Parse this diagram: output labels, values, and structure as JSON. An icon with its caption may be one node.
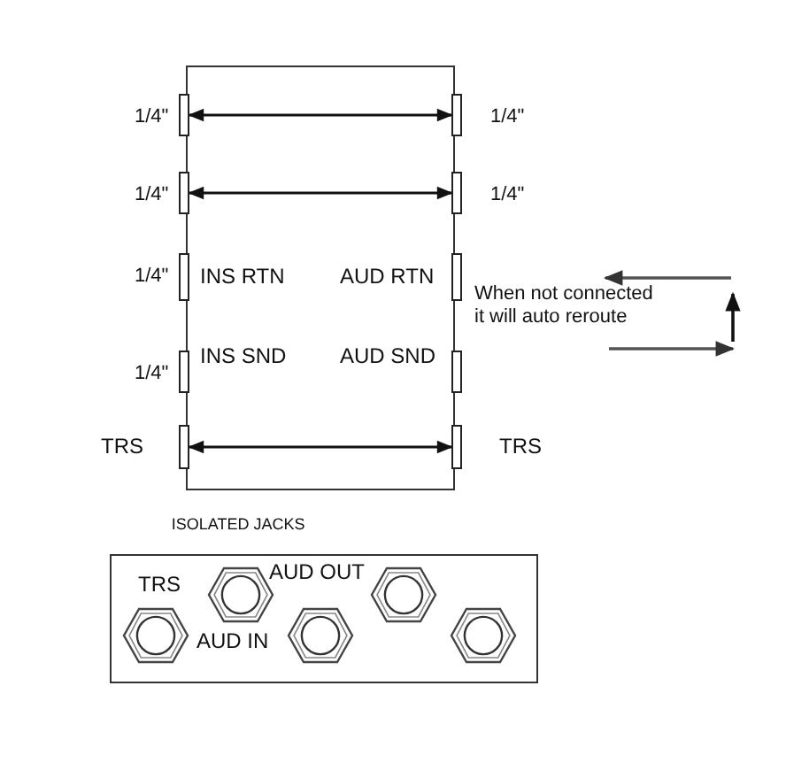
{
  "diagram": {
    "nodes": [
      {
        "text": [],
        "shape": "bar",
        "beside": [
          "1/4\""
        ]
      },
      {
        "text": [],
        "shape": "bar",
        "beside": [
          "1/4\""
        ]
      },
      {
        "text": [],
        "shape": "bar",
        "beside": [
          "1/4\""
        ]
      },
      {
        "text": [],
        "shape": "bar",
        "beside": [
          "1/4\""
        ]
      },
      {
        "text": [],
        "shape": "bar",
        "beside": [
          "1/4\"",
          "INS RTN"
        ]
      },
      {
        "text": [],
        "shape": "bar",
        "beside": [
          "AUD RTN"
        ]
      },
      {
        "text": [],
        "shape": "bar",
        "beside": [
          "1/4\"",
          "INS SND"
        ]
      },
      {
        "text": [],
        "shape": "bar",
        "beside": [
          "AUD SND"
        ]
      },
      {
        "text": [],
        "shape": "bar",
        "beside": [
          "TRS"
        ]
      },
      {
        "text": [],
        "shape": "bar",
        "beside": [
          "TRS"
        ]
      },
      {
        "text": [
          "ISOLATED JACKS"
        ]
      },
      {
        "text": [],
        "shape": "circle",
        "in": 10
      },
      {
        "text": [],
        "shape": "circle",
        "in": 10
      },
      {
        "text": [],
        "shape": "circle",
        "in": 10
      },
      {
        "text": [],
        "shape": "circle",
        "in": 10
      },
      {
        "text": [],
        "shape": "circle",
        "in": 10
      }
    ],
    "edges": [
      {
        "from": 0,
        "to": 1,
        "arrow": "both"
      },
      {
        "from": 2,
        "to": 3,
        "arrow": "both"
      },
      {
        "from": 8,
        "to": 9,
        "arrow": "both"
      }
    ],
    "labels": [
      "When not connected it will auto reroute",
      "TRS",
      "AUD OUT",
      "AUD IN"
    ]
  }
}
